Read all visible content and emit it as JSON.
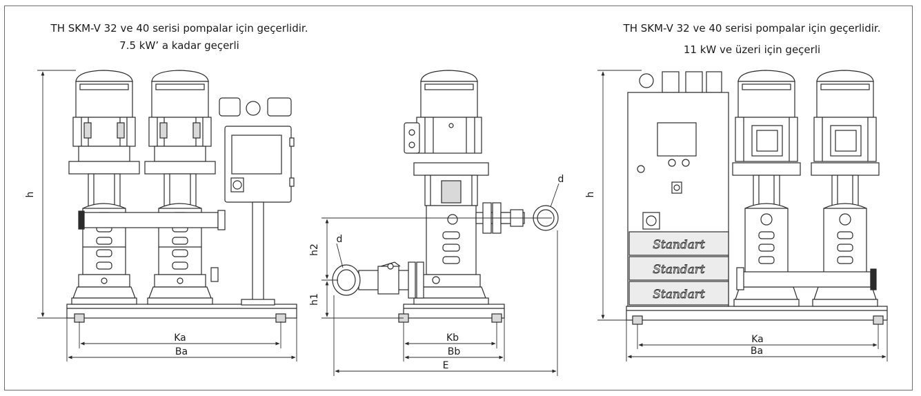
{
  "notes": {
    "left_line1": "TH SKM-V 32 ve 40 serisi pompalar için geçerlidir.",
    "left_line2": "7.5 kW’ a kadar geçerli",
    "right_line1": "TH SKM-V 32 ve 40 serisi pompalar için geçerlidir.",
    "right_line2": "11 kW ve üzeri için geçerli"
  },
  "dims": {
    "h": "h",
    "h1": "h1",
    "h2": "h2",
    "d": "d",
    "ka": "Ka",
    "ba": "Ba",
    "kb": "Kb",
    "bb": "Bb",
    "e": "E"
  },
  "brand": "Standart",
  "colors": {
    "line": "#2b2b2b",
    "frame": "#6b6b6b",
    "fill": "#ffffff",
    "shade": "#d9d9d9"
  }
}
